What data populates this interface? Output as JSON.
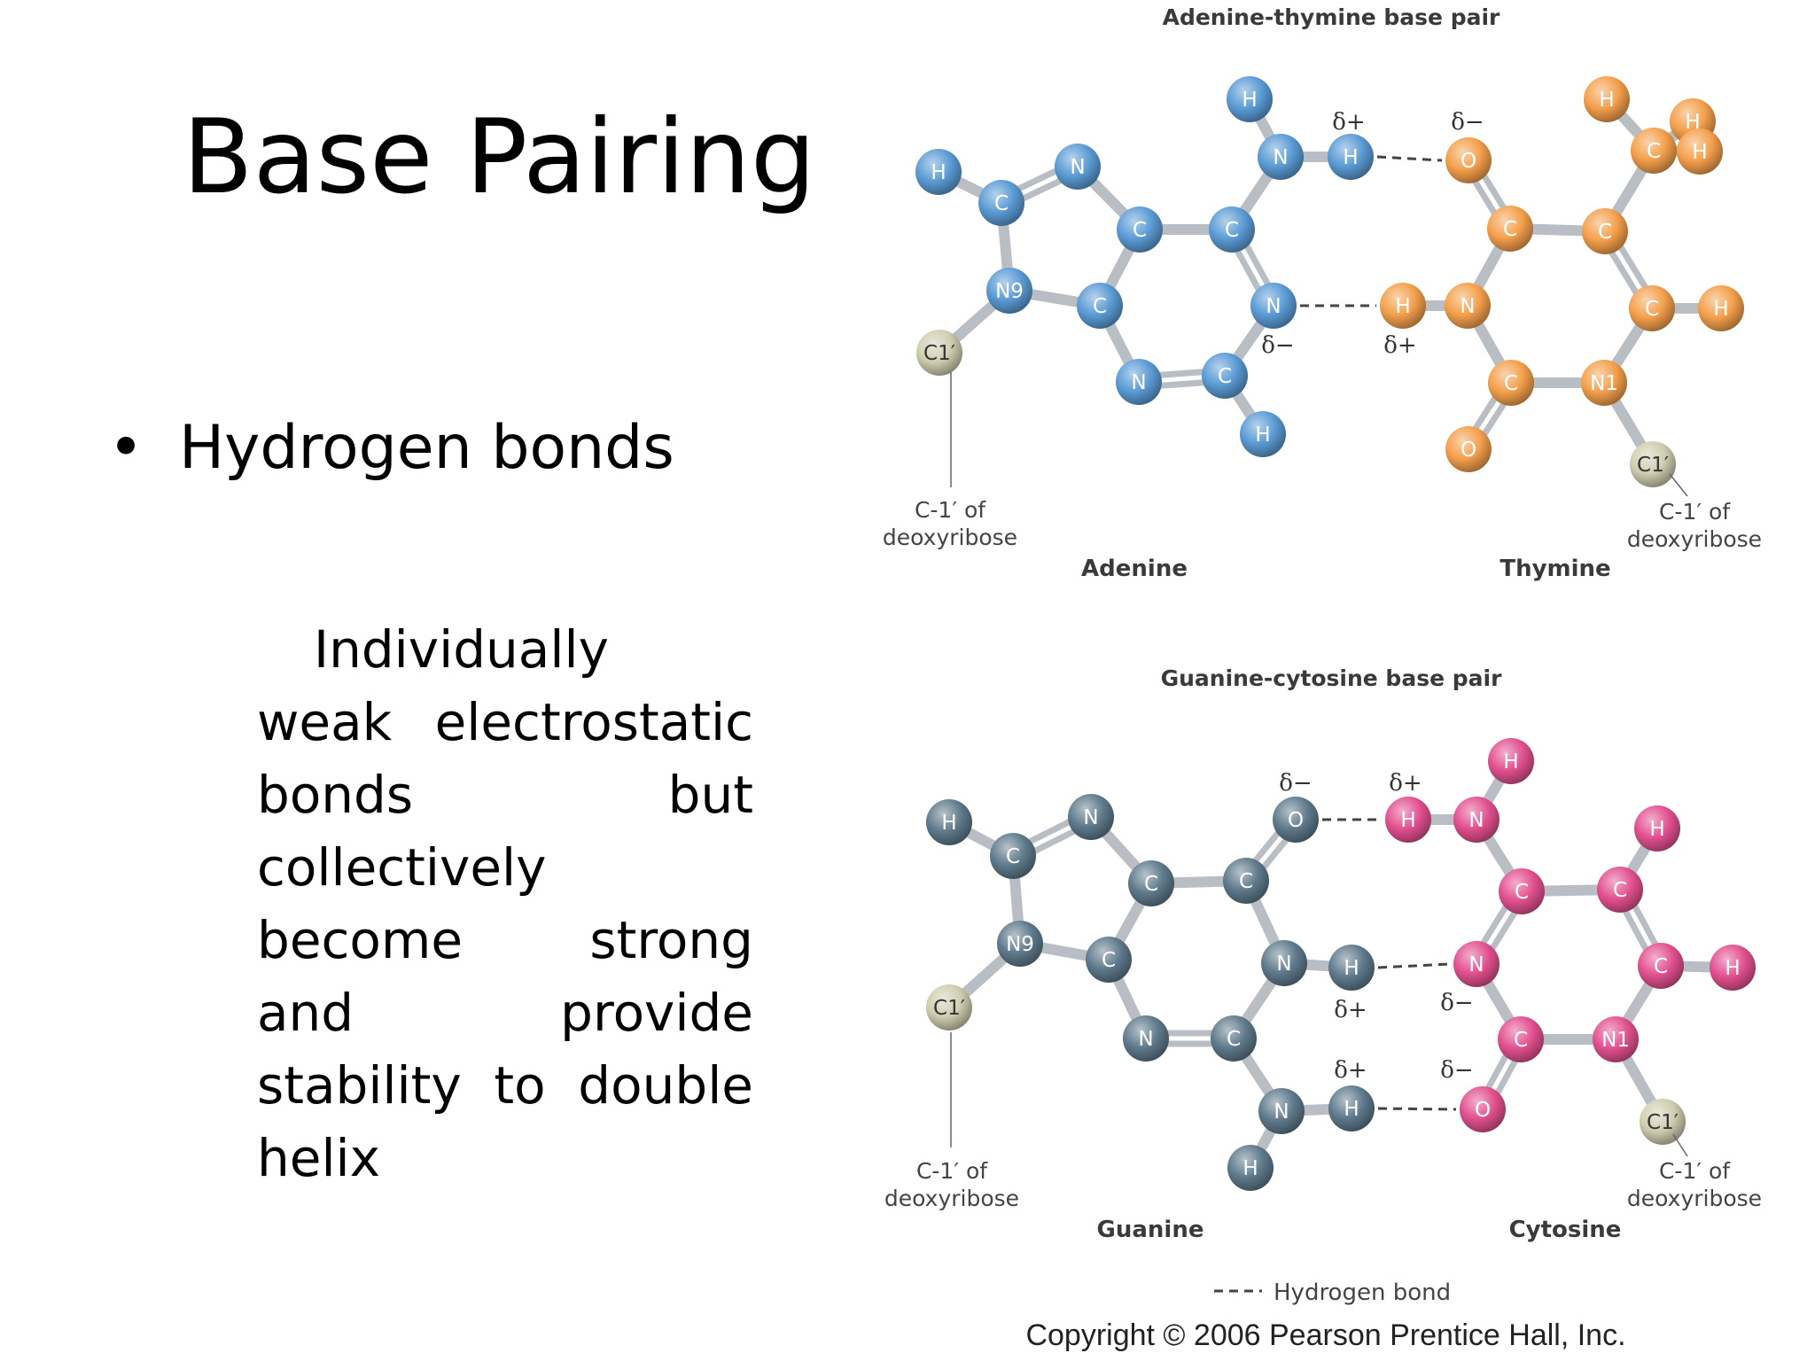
{
  "title": "Base Pairing",
  "bullet": {
    "symbol": "•",
    "text": "Hydrogen bonds"
  },
  "body": "Individually weak electrostatic bonds but collectively become strong and provide stability to double helix",
  "diagram": {
    "at_title": "Adenine-thymine base pair",
    "gc_title": "Guanine-cytosine base pair",
    "adenine": "Adenine",
    "thymine": "Thymine",
    "guanine": "Guanine",
    "cytosine": "Cytosine",
    "c1_line1": "C-1′ of",
    "c1_line2": "deoxyribose",
    "delta_plus": "δ+",
    "delta_minus": "δ−",
    "legend_text": "Hydrogen bond",
    "copyright": "Copyright © 2006 Pearson Prentice Hall, Inc.",
    "colors": {
      "adenine": "#5b9bd5",
      "thymine": "#f4a04c",
      "guanine": "#5f7a8c",
      "cytosine": "#e2508f",
      "c1": "#cfcdb0",
      "bond": "#b8bec4"
    }
  }
}
